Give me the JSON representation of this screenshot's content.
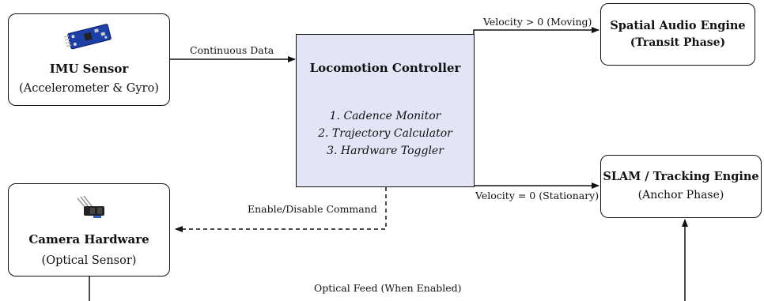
{
  "diagram": {
    "imu_sensor": {
      "title": "IMU Sensor",
      "subtitle": "(Accelerometer & Gyro)",
      "image_icon": "imu-board-icon"
    },
    "camera_hardware": {
      "title": "Camera Hardware",
      "subtitle": "(Optical Sensor)",
      "image_icon": "optical-sensor-icon"
    },
    "locomotion_controller": {
      "title": "Locomotion Controller",
      "items": [
        "1. Cadence Monitor",
        "2. Trajectory Calculator",
        "3. Hardware Toggler"
      ],
      "fill_color": "#e4e4f7"
    },
    "spatial_audio_engine": {
      "title": "Spatial Audio Engine",
      "subtitle": "(Transit Phase)"
    },
    "slam_engine": {
      "title": "SLAM / Tracking Engine",
      "subtitle": "(Anchor Phase)"
    },
    "edges": {
      "continuous_data": "Continuous Data",
      "velocity_moving": "Velocity > 0 (Moving)",
      "velocity_stationary": "Velocity = 0 (Stationary)",
      "enable_disable": "Enable/Disable Command",
      "optical_feed": "Optical Feed (When Enabled)"
    }
  }
}
